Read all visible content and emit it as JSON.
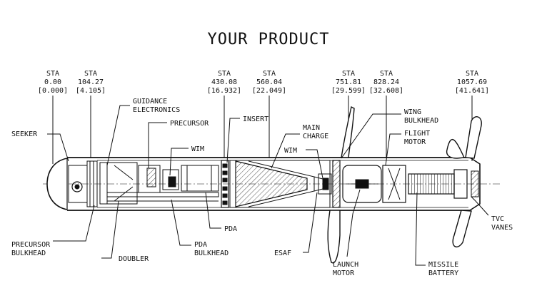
{
  "title": "YOUR PRODUCT",
  "stations": [
    {
      "label": "STA",
      "value": "0.00",
      "value_alt": "[0.000]"
    },
    {
      "label": "STA",
      "value": "104.27",
      "value_alt": "[4.105]"
    },
    {
      "label": "STA",
      "value": "430.08",
      "value_alt": "[16.932]"
    },
    {
      "label": "STA",
      "value": "560.04",
      "value_alt": "[22.049]"
    },
    {
      "label": "STA",
      "value": "751.81",
      "value_alt": "[29.599]"
    },
    {
      "label": "STA",
      "value": "828.24",
      "value_alt": "[32.608]"
    },
    {
      "label": "STA",
      "value": "1057.69",
      "value_alt": "[41.641]"
    }
  ],
  "labels": {
    "seeker": "SEEKER",
    "guidance": [
      "GUIDANCE",
      "ELECTRONICS"
    ],
    "precursor": "PRECURSOR",
    "wim1": "WIM",
    "insert": "INSERT",
    "main_charge": [
      "MAIN",
      "CHARGE"
    ],
    "wim2": "WIM",
    "wing_bulkhead": [
      "WING",
      "BULKHEAD"
    ],
    "flight_motor": [
      "FLIGHT",
      "MOTOR"
    ],
    "precursor_bulkhead": [
      "PRECURSOR",
      "BULKHEAD"
    ],
    "doubler": "DOUBLER",
    "pda": "PDA",
    "pda_bulkhead": [
      "PDA",
      "BULKHEAD"
    ],
    "esaf": "ESAF",
    "launch_motor": [
      "LAUNCH",
      "MOTOR"
    ],
    "missile_battery": [
      "MISSILE",
      "BATTERY"
    ],
    "tvc_vanes": [
      "TVC",
      "VANES"
    ]
  }
}
